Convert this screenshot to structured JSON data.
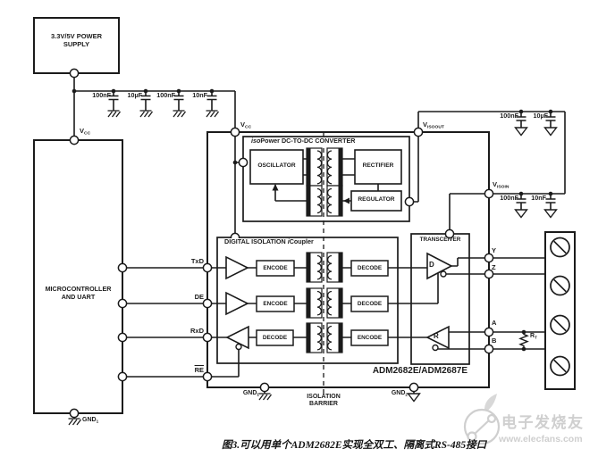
{
  "colors": {
    "line": "#1b1b1b",
    "watermark": "#cfcfcf"
  },
  "power_supply": {
    "line1": "3.3V/5V POWER",
    "line2": "SUPPLY"
  },
  "vcc_rail_caps": [
    "100nF",
    "10µF",
    "100nF",
    "10nF"
  ],
  "micro": {
    "line1": "MICROCONTROLLER",
    "line2": "AND UART",
    "vcc_base": "V",
    "vcc_sub": "CC",
    "gnd_base": "GND",
    "gnd_sub": "1"
  },
  "signals": {
    "txd": "TxD",
    "de": "DE",
    "rxd": "RxD",
    "re": "RE"
  },
  "chip": {
    "part": "ADM2682E/ADM2687E",
    "pins": {
      "vcc_base": "V",
      "vcc_sub": "CC",
      "visoout_base": "V",
      "visoout_sub": "ISOOUT",
      "visoin_base": "V",
      "visoin_sub": "ISOIN",
      "gnd1_base": "GND",
      "gnd1_sub": "1",
      "gnd2_base": "GND",
      "gnd2_sub": "2",
      "y": "Y",
      "z": "Z",
      "a": "A",
      "b": "B"
    },
    "isopower": {
      "title_i": "iso",
      "title_rest": "Power DC-TO-DC CONVERTER",
      "oscillator": "OSCILLATOR",
      "rectifier": "RECTIFIER",
      "regulator": "REGULATOR"
    },
    "digital": {
      "title_main": "DIGITAL ISOLATION",
      "title_i": "i",
      "title_rest": "Coupler",
      "row1_left": "ENCODE",
      "row1_right": "DECODE",
      "row2_left": "ENCODE",
      "row2_right": "DECODE",
      "row3_left": "DECODE",
      "row3_right": "ENCODE"
    },
    "transceiver": {
      "title": "TRANSCEIVER",
      "driver": "D",
      "receiver": "R"
    }
  },
  "iso_caps_top": [
    "100nF",
    "10µF"
  ],
  "iso_caps_bottom": [
    "100nF",
    "10nF"
  ],
  "termination": {
    "rt_base": "R",
    "rt_sub": "T"
  },
  "isolation_barrier": {
    "line1": "ISOLATION",
    "line2": "BARRIER"
  },
  "caption": "图3.可以用单个ADM2682E实现全双工、隔离式RS-485接口",
  "watermark": {
    "name": "电子发烧友",
    "url": "www.elecfans.com"
  }
}
